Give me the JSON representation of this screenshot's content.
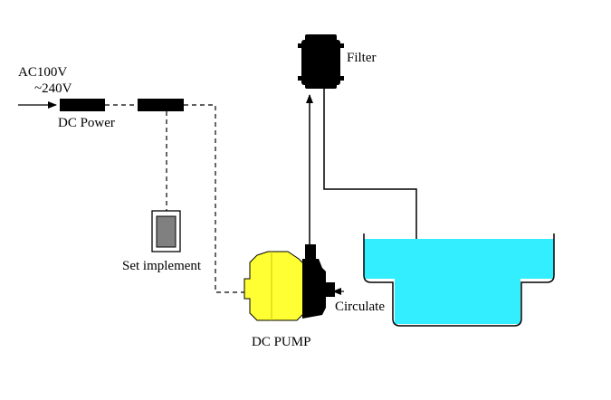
{
  "labels": {
    "input_voltage_line1": "AC100V",
    "input_voltage_line2": "~240V",
    "dc_power": "DC Power",
    "set_implement": "Set implement",
    "filter": "Filter",
    "circulate": "Circulate",
    "dc_pump": "DC PUMP"
  },
  "colors": {
    "pump_body": "#ffff33",
    "tank_water": "#33eeff",
    "device_fill": "#000000",
    "controller_screen": "#808080",
    "line": "#000000"
  }
}
